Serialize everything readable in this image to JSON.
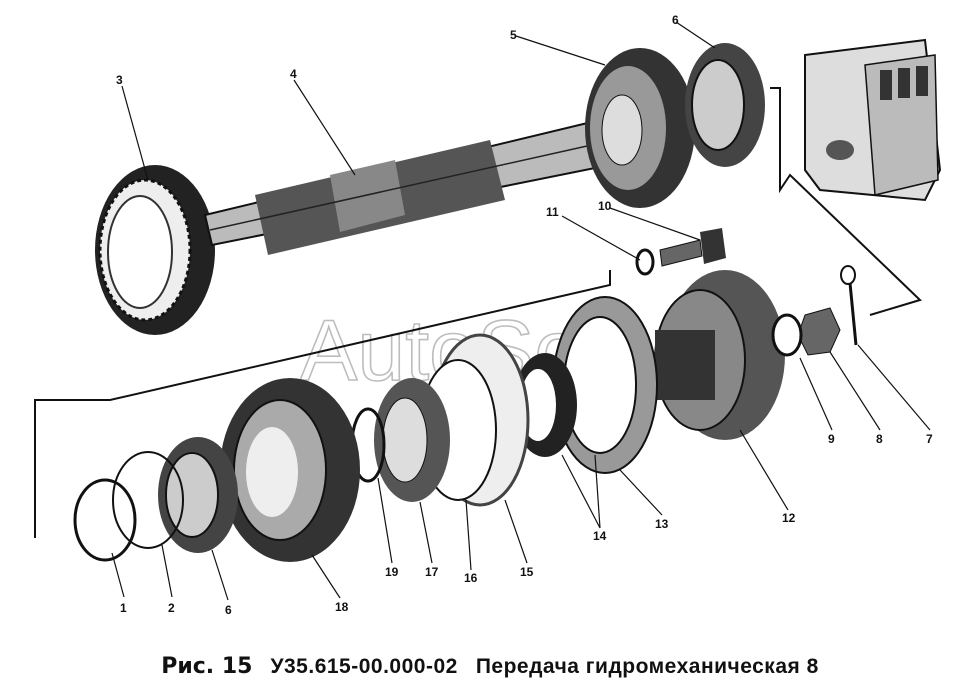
{
  "caption": {
    "figure_number": "Рис. 15",
    "drawing_code": "У35.615-00.000-02",
    "title": "Передача гидромеханическая 8"
  },
  "watermark": "AutoSoft",
  "parts": [
    "1",
    "2",
    "6",
    "18",
    "19",
    "17",
    "16",
    "15",
    "14",
    "13",
    "12",
    "9",
    "8",
    "7",
    "11",
    "10",
    "3",
    "4",
    "5",
    "6"
  ]
}
